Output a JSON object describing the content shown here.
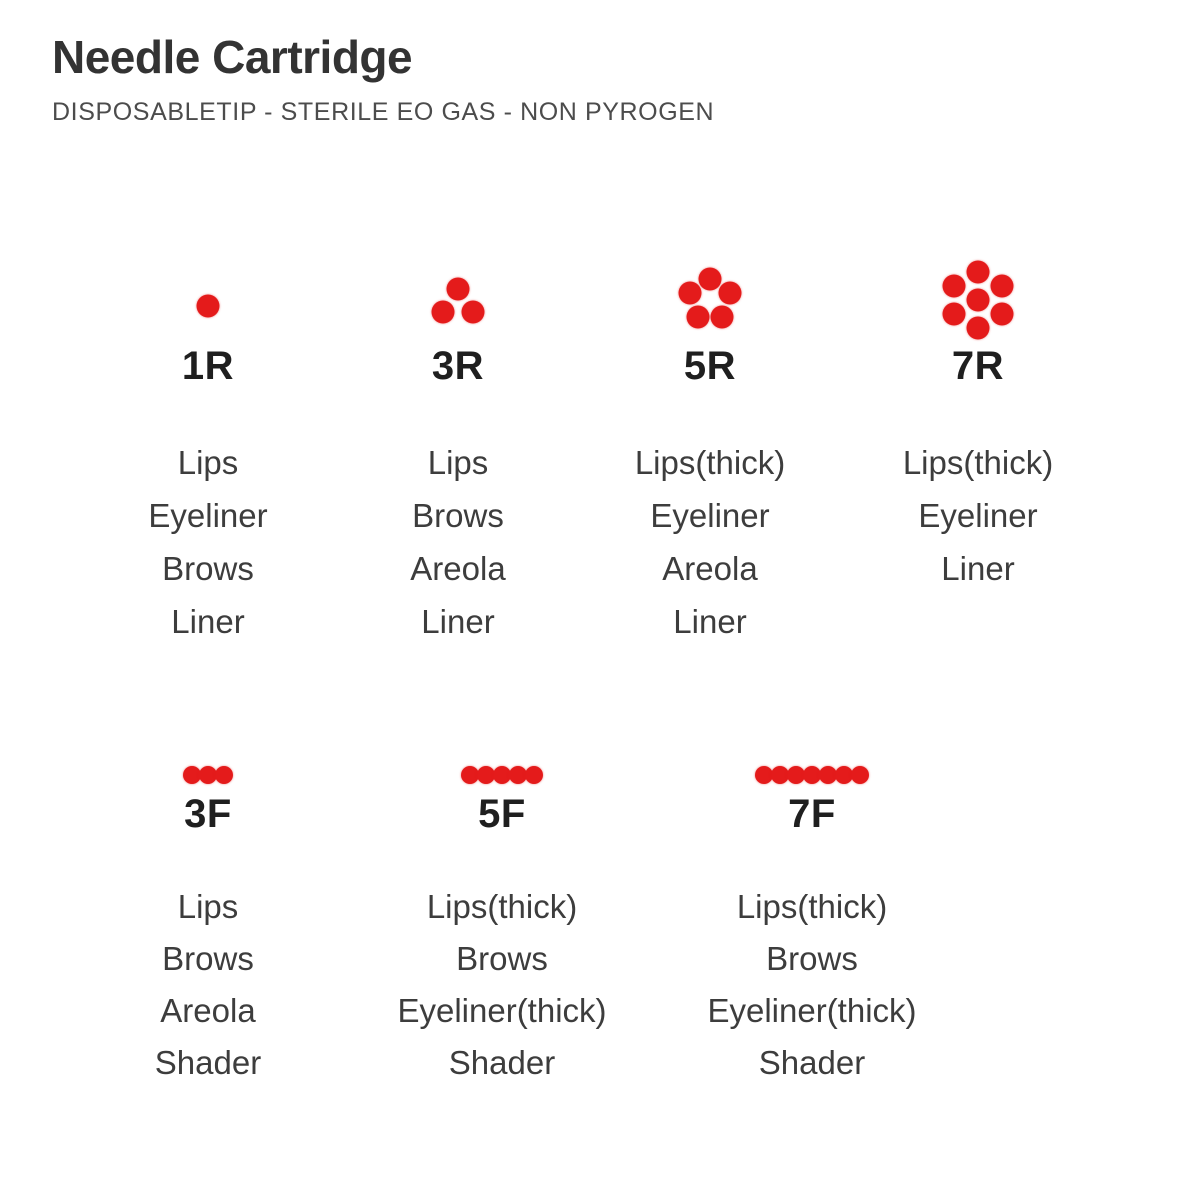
{
  "header": {
    "title": "Needle Cartridge",
    "subtitle": "DISPOSABLETIP - STERILE EO GAS - NON PYROGEN"
  },
  "colors": {
    "dot_red": "#e41b1b",
    "title_text": "#333333",
    "subtitle_text": "#4c4c4c",
    "label_text": "#1f1f1f",
    "use_text": "#3d3d3d"
  },
  "rows": [
    {
      "cartridges": [
        {
          "label": "1R",
          "pattern": "round",
          "needle_count": 1,
          "dot_offsets": [
            [
              0,
              6
            ]
          ],
          "uses": [
            "Lips",
            "Eyeliner",
            "Brows",
            "Liner"
          ]
        },
        {
          "label": "3R",
          "pattern": "round",
          "needle_count": 3,
          "dot_offsets": [
            [
              0,
              -11
            ],
            [
              -15,
              12
            ],
            [
              15,
              12
            ]
          ],
          "uses": [
            "Lips",
            "Brows",
            "Areola",
            "Liner"
          ]
        },
        {
          "label": "5R",
          "pattern": "round",
          "needle_count": 5,
          "dot_offsets": [
            [
              0,
              -21
            ],
            [
              -20,
              -7
            ],
            [
              20,
              -7
            ],
            [
              -12,
              17
            ],
            [
              12,
              17
            ]
          ],
          "uses": [
            "Lips(thick)",
            "Eyeliner",
            "Areola",
            "Liner"
          ]
        },
        {
          "label": "7R",
          "pattern": "round",
          "needle_count": 7,
          "dot_offsets": [
            [
              0,
              -28
            ],
            [
              -24,
              -14
            ],
            [
              24,
              -14
            ],
            [
              0,
              0
            ],
            [
              -24,
              14
            ],
            [
              24,
              14
            ],
            [
              0,
              28
            ]
          ],
          "uses": [
            "Lips(thick)",
            "Eyeliner",
            "Liner"
          ]
        }
      ]
    },
    {
      "cartridges": [
        {
          "label": "3F",
          "pattern": "flat",
          "needle_count": 3,
          "uses": [
            "Lips",
            "Brows",
            "Areola",
            "Shader"
          ]
        },
        {
          "label": "5F",
          "pattern": "flat",
          "needle_count": 5,
          "uses": [
            "Lips(thick)",
            "Brows",
            "Eyeliner(thick)",
            "Shader"
          ]
        },
        {
          "label": "7F",
          "pattern": "flat",
          "needle_count": 7,
          "uses": [
            "Lips(thick)",
            "Brows",
            "Eyeliner(thick)",
            "Shader"
          ]
        }
      ]
    }
  ]
}
